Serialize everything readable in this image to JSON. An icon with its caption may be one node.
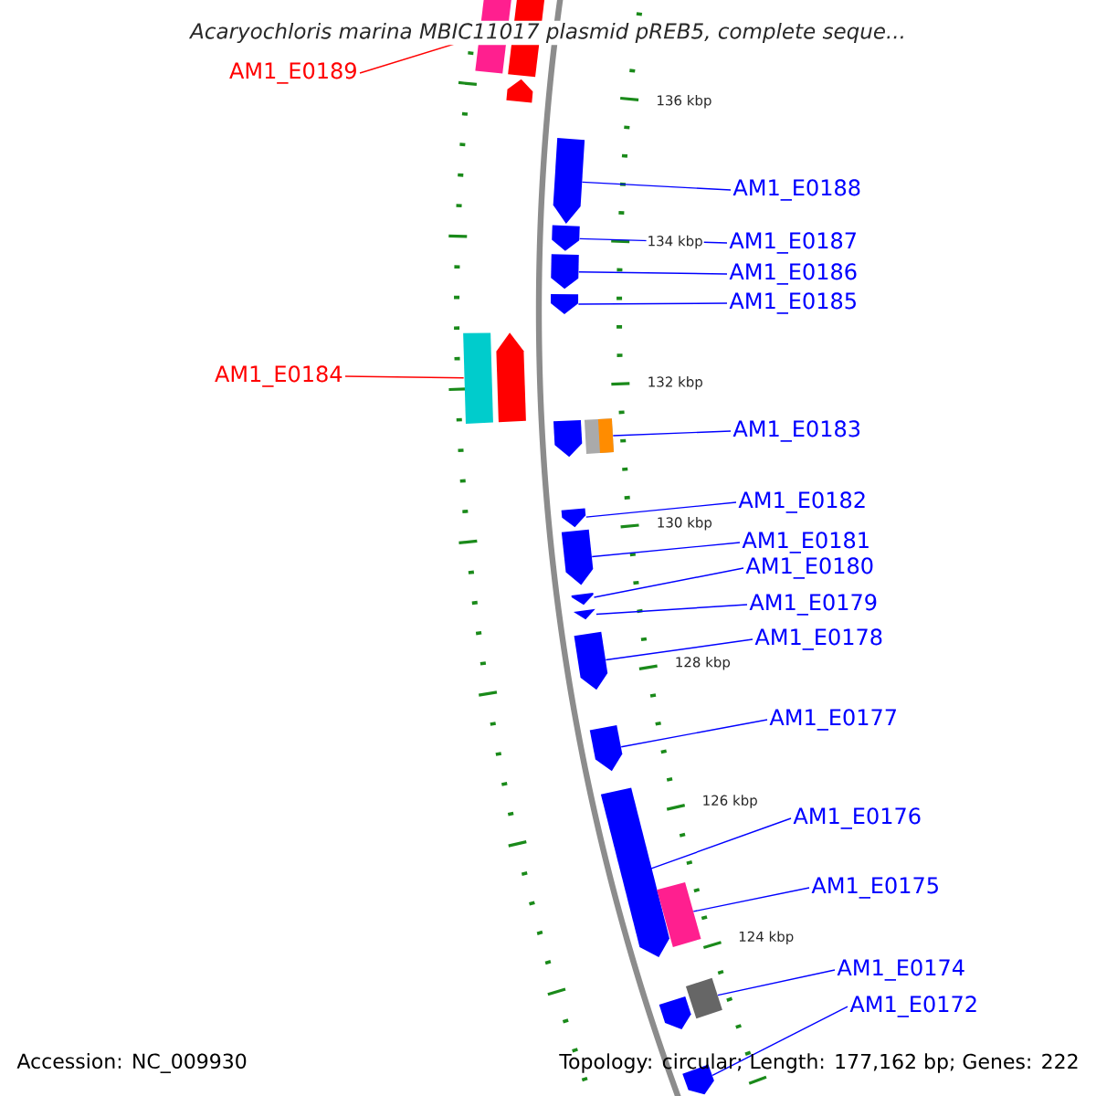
{
  "diagram": {
    "title": "Acaryochloris marina MBIC11017 plasmid pREB5, complete seque...",
    "nodes": [
      {
        "text": [
          "AM1_E0189"
        ]
      },
      {
        "text": [],
        "shape": "box"
      },
      {
        "text": [
          "AM1_E0188"
        ]
      },
      {
        "text": [],
        "shape": "arrow"
      },
      {
        "text": [
          "AM1_E0187"
        ]
      },
      {
        "text": [],
        "shape": "arrow"
      },
      {
        "text": [
          "AM1_E0186"
        ]
      },
      {
        "text": [],
        "shape": "arrow"
      },
      {
        "text": [
          "AM1_E0185"
        ]
      },
      {
        "text": [],
        "shape": "arrow"
      },
      {
        "text": [
          "AM1_E0184"
        ]
      },
      {
        "text": [],
        "shape": "box"
      },
      {
        "text": [
          "AM1_E0183"
        ]
      },
      {
        "text": [],
        "shape": "box"
      },
      {
        "text": [
          "AM1_E0182"
        ]
      },
      {
        "text": [],
        "shape": "arrow"
      },
      {
        "text": [
          "AM1_E0181"
        ]
      },
      {
        "text": [],
        "shape": "arrow"
      },
      {
        "text": [
          "AM1_E0180"
        ]
      },
      {
        "text": [],
        "shape": "arrow"
      },
      {
        "text": [
          "AM1_E0179"
        ]
      },
      {
        "text": [],
        "shape": "arrow"
      },
      {
        "text": [
          "AM1_E0178"
        ]
      },
      {
        "text": [],
        "shape": "arrow"
      },
      {
        "text": [
          "AM1_E0177"
        ]
      },
      {
        "text": [],
        "shape": "arrow"
      },
      {
        "text": [
          "AM1_E0176"
        ]
      },
      {
        "text": [],
        "shape": "arrow"
      },
      {
        "text": [
          "AM1_E0175"
        ]
      },
      {
        "text": [],
        "shape": "box"
      },
      {
        "text": [
          "AM1_E0174"
        ]
      },
      {
        "text": [],
        "shape": "box"
      },
      {
        "text": [
          "AM1_E0172"
        ]
      },
      {
        "text": [],
        "shape": "arrow"
      },
      {
        "text": [],
        "shape": "box"
      },
      {
        "text": [],
        "shape": "arrow"
      },
      {
        "text": [],
        "shape": "arrow"
      },
      {
        "text": [],
        "shape": "arrow"
      },
      {
        "text": [],
        "shape": "arrow"
      }
    ],
    "edges": [
      {
        "from": 0,
        "to": 1,
        "arrow": "none",
        "color": "#ff0000"
      },
      {
        "from": 2,
        "to": 3,
        "arrow": "none"
      },
      {
        "from": 4,
        "to": 5,
        "arrow": "none"
      },
      {
        "from": 6,
        "to": 7,
        "arrow": "none"
      },
      {
        "from": 8,
        "to": 9,
        "arrow": "none"
      },
      {
        "from": 10,
        "to": 11,
        "arrow": "none",
        "color": "#ff0000"
      },
      {
        "from": 12,
        "to": 13,
        "arrow": "none"
      },
      {
        "from": 14,
        "to": 15,
        "arrow": "none"
      },
      {
        "from": 16,
        "to": 17,
        "arrow": "none"
      },
      {
        "from": 18,
        "to": 19,
        "arrow": "none"
      },
      {
        "from": 20,
        "to": 21,
        "arrow": "none"
      },
      {
        "from": 22,
        "to": 23,
        "arrow": "none"
      },
      {
        "from": 24,
        "to": 25,
        "arrow": "none"
      },
      {
        "from": 26,
        "to": 27,
        "arrow": "none"
      },
      {
        "from": 28,
        "to": 29,
        "arrow": "none"
      },
      {
        "from": 30,
        "to": 31,
        "arrow": "none"
      },
      {
        "from": 32,
        "to": 33,
        "arrow": "none"
      }
    ],
    "labels": [
      "136 kbp",
      "134 kbp",
      "132 kbp",
      "130 kbp",
      "128 kbp",
      "126 kbp",
      "124 kbp",
      "Accession: NC_009930",
      "Topology: circular; Length: 177,162 bp; Genes: 222"
    ]
  }
}
